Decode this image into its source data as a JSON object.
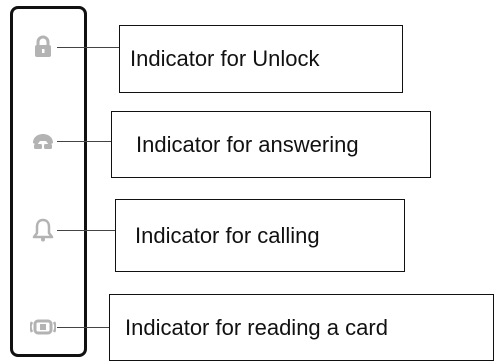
{
  "indicators": [
    {
      "icon": "lock-icon",
      "label": "Indicator for Unlock"
    },
    {
      "icon": "phone-icon",
      "label": "Indicator for answering"
    },
    {
      "icon": "bell-icon",
      "label": "Indicator for calling"
    },
    {
      "icon": "card-reader-icon",
      "label": "Indicator for reading a card"
    }
  ],
  "colors": {
    "icon": "#b3b3b3",
    "border": "#111111",
    "text": "#111111"
  }
}
